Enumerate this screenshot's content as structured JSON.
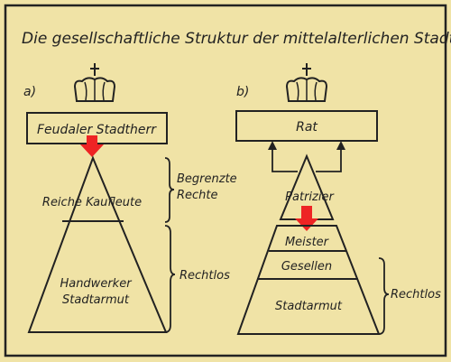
{
  "title": "Die gesellschaftliche Struktur der mittelalterlichen Stadt",
  "colors": {
    "paper": "#f0e3a6",
    "ink": "#222222",
    "arrow": "#ee2424"
  },
  "icons": [
    "crown-icon",
    "crown-icon"
  ],
  "panel_a": {
    "letter": "a)",
    "ruler_label": "Feudaler Stadtherr",
    "levels": [
      "Reiche Kaufleute",
      "Handwerker",
      "Stadtarmut"
    ],
    "brace_top_lines": [
      "Begrenzte",
      "Rechte"
    ],
    "brace_bottom_label": "Rechtlos"
  },
  "panel_b": {
    "letter": "b)",
    "ruler_label": "Rat",
    "levels": [
      "Patrizier",
      "Meister",
      "Gesellen",
      "Stadtarmut"
    ],
    "brace_label": "Rechtlos"
  }
}
